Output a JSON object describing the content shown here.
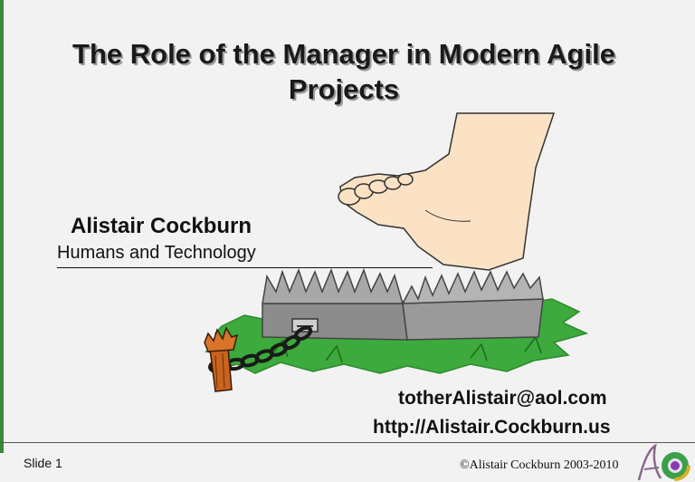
{
  "slide": {
    "title": "The Role of the Manager in Modern Agile Projects",
    "author": "Alistair Cockburn",
    "organization": "Humans and Technology",
    "email": "totherAlistair@aol.com",
    "url": "http://Alistair.Cockburn.us",
    "slide_number": "Slide 1",
    "copyright": "©Alistair Cockburn 2003-2010"
  },
  "illustration": {
    "depicts": [
      "foot-icon",
      "bear-trap-icon",
      "chain-icon",
      "grass-icon",
      "stake-icon"
    ]
  },
  "colors": {
    "background": "#f2f2f2",
    "grass": "#3caa3c",
    "trap": "#8c8c8c",
    "skin": "#fbe2c4",
    "stake": "#c8641e"
  }
}
